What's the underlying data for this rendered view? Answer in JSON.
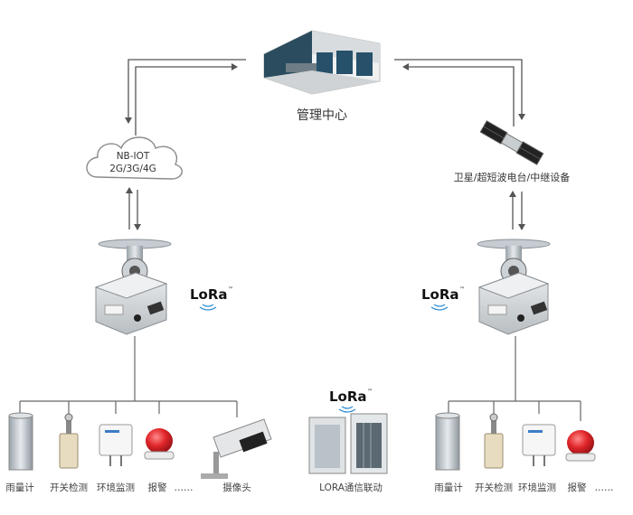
{
  "center": {
    "label": "管理中心"
  },
  "cloud": {
    "line1": "NB-IOT",
    "line2": "2G/3G/4G"
  },
  "satellite": {
    "label": "卫星/超短波电台/中继设备"
  },
  "lora": {
    "text": "LoRa",
    "tm": "™"
  },
  "lora_link": {
    "label": "LORA通信联动"
  },
  "left_devices": {
    "rain_gauge": "雨量计",
    "switch_detect": "开关检测",
    "env_monitor": "环境监测",
    "alarm": "报警",
    "ellipsis": "……",
    "camera": "摄像头"
  },
  "right_devices": {
    "rain_gauge": "雨量计",
    "switch_detect": "开关检测",
    "env_monitor": "环境监测",
    "alarm": "报警",
    "ellipsis": "……"
  },
  "colors": {
    "line": "#555555",
    "alarm_red": "#e0262a",
    "lora_wave": "#2a8bd6",
    "cloud_stroke": "#8a8a8a",
    "box_gray": "#cfd3d6"
  }
}
